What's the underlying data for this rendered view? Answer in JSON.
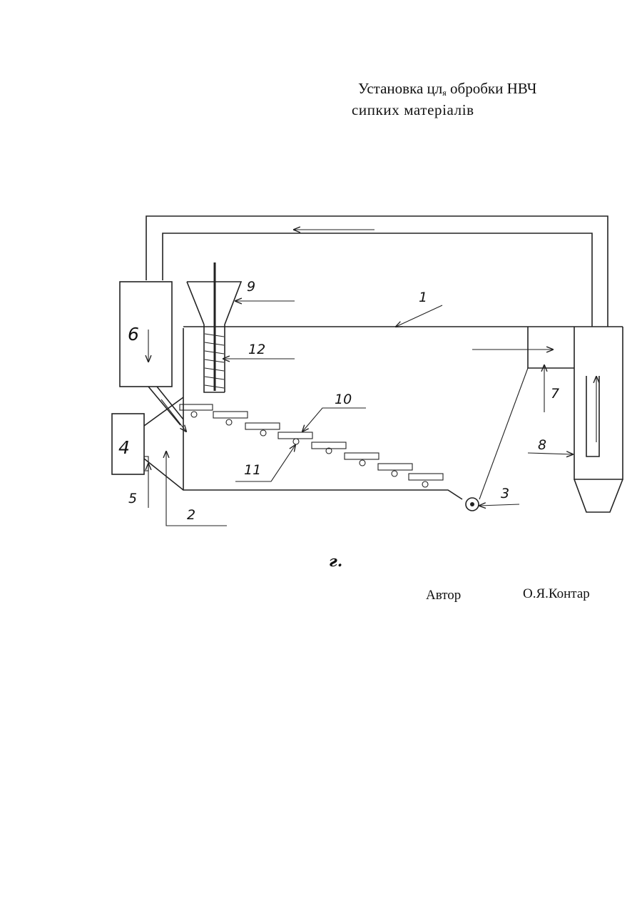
{
  "title": {
    "line1_main": "Установка цл",
    "line1_sub": "я",
    "line1_end": " обробки НВЧ",
    "line2": "сипких матеріалів"
  },
  "figure_label": "г.",
  "author": {
    "label": "Автор",
    "name": "О.Я.Контар"
  },
  "labels": {
    "l1": "1",
    "l2": "2",
    "l3": "3",
    "l4": "4",
    "l5": "5",
    "l6": "6",
    "l7": "7",
    "l8": "8",
    "l9": "9",
    "l10": "10",
    "l11": "11",
    "l12": "12"
  }
}
